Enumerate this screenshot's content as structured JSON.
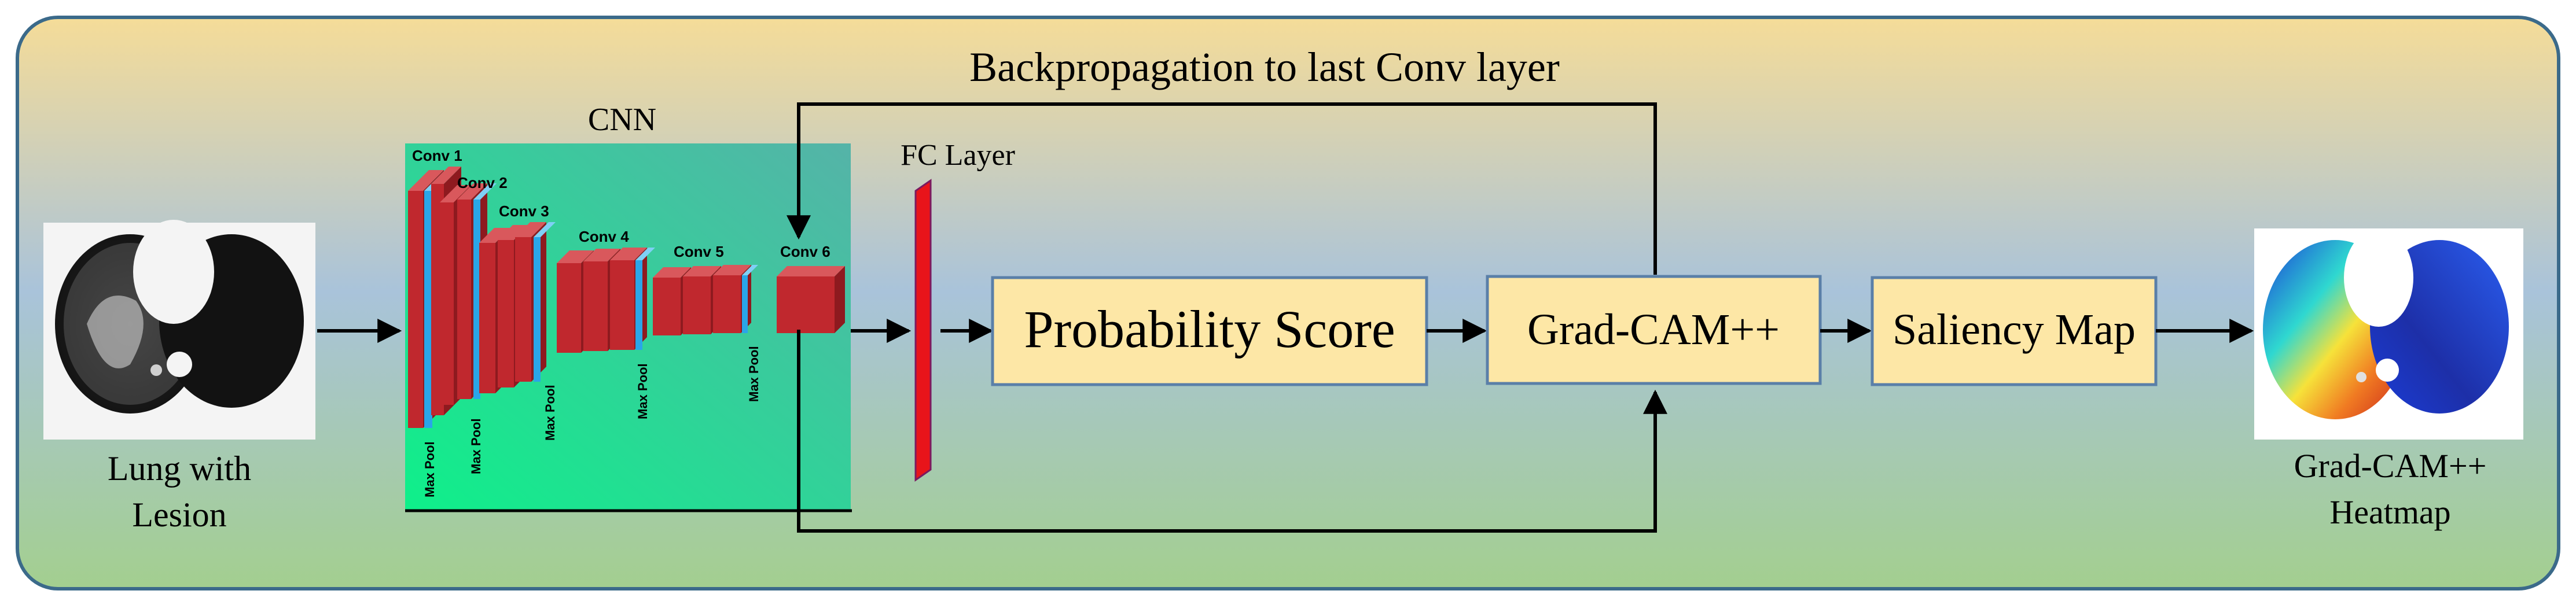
{
  "title_top": "Backpropagation to last Conv layer",
  "cnn": {
    "label": "CNN",
    "conv_labels": [
      "Conv 1",
      "Conv 2",
      "Conv 3",
      "Conv 4",
      "Conv 5",
      "Conv 6"
    ],
    "pool_label": "Max Pool"
  },
  "fc_label": "FC Layer",
  "boxes": {
    "probability": "Probability Score",
    "gradcam": "Grad-CAM++",
    "saliency": "Saliency Map"
  },
  "input_caption": [
    "Lung with",
    "Lesion"
  ],
  "output_caption": [
    "Grad-CAM++",
    "Heatmap"
  ],
  "colors": {
    "panel_top": "#f3dc9c",
    "panel_mid": "#aac4d6",
    "panel_bottom": "#a6cf94",
    "panel_border": "#3b6a8a",
    "box_fill": "#fde7a6",
    "box_border": "#5a7fa8",
    "cnn_bg": "#1ee89b",
    "block_red": "#c0282e",
    "block_blue": "#2aa6e8",
    "fc_red": "#e8141a"
  }
}
